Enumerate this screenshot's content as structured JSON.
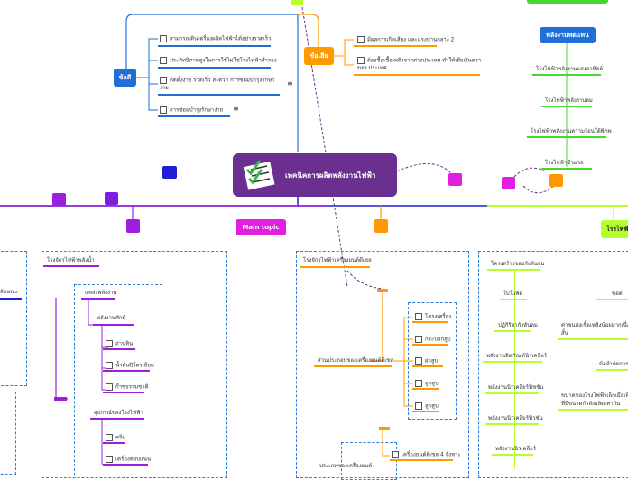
{
  "central": {
    "title": "เทคนิคการผลิตพลังงานไฟฟ้า"
  },
  "advantages": {
    "label": "ข้อดี",
    "items": [
      "สามารถเดินเครื่องผลิตไฟฟ้าได้อย่างรวดเร็ว",
      "ประสิทธิภาพสูงในการใช้ไม่ใช่โรงไฟฟ้าสำรอง",
      "ติดตั้งง่าย รวดเร็ว สะดวก  การซ่อมบำรุงรักษา ง่าย",
      "การซ่อมบำรุงรักษาง่าย"
    ]
  },
  "disadvantages": {
    "label": "ข้อเสีย",
    "items": [
      "มีผลการเกิดเสียง และแรงปานกลาง 2",
      "ต้องซื้อเชื้อเพลิงจากต่างประเทศ ทำให้เสียเงินตราของ ประเทศ"
    ]
  },
  "alternative": {
    "label": "พลังงานทดแทน",
    "items": [
      "โรงไฟฟ้าพลังงานแสงอาทิตย์",
      "โรงไฟฟ้าพลังงานลม",
      "โรงไฟฟ้าพลังงานความร้อนใต้พิภพ",
      "โรงไฟฟ้าชีวมวล"
    ]
  },
  "main_topic": {
    "label": "Main topic"
  },
  "hydro": {
    "title": "โรงจักรไฟฟ้าพลังน้ำ",
    "sub1": "แหล่งพลังงาน",
    "sub2": "พลังงานศักย์",
    "sub2_items": [
      "ถ่านหิน",
      "น้ำมันปิโตรเลียม",
      "ก๊าซธรรมชาติ"
    ],
    "sub3": "อุปกรณ์ของโรงไฟฟ้า",
    "sub3_items": [
      "ครีบ",
      "เครื่องควบแน่น"
    ]
  },
  "left_edge": {
    "label": "ลักษณะ"
  },
  "diesel": {
    "title": "โรงจักรไฟฟ้าเครื่องยนต์ดีเซล",
    "sub1": "ส่วนประกอบของเครื่องยนต์ดีเซล",
    "sub1_items": [
      "โครงเครื่อง",
      "กระบอกสูบ",
      "ฝาสูบ",
      "ลูกสูบ",
      "ลูกสูบ"
    ],
    "sub2": "ประเภทของเครื่องยนต์",
    "sub2_items": [
      "เครื่องยนต์ดีเซล 4 จังหวะ"
    ]
  },
  "right_branch": {
    "title": "โรงไฟฟ้",
    "items": [
      "โครงสร้างของกังหันลม",
      "ใบใบพัด",
      "ปฏิกิริยากังหันลม",
      "พลังงานลิตภัณฑ์นิวเคลียร์",
      "พลังงานนิวเคลียร์ฟิชชัน",
      "พลังงานนิวเคลียร์ฟิวชัน",
      "พลังงานนิวเคลียร์"
    ],
    "adv": "ข้อดี",
    "adv_text1": "ค่าขนส่งเชื้อเพลิงน้อยมากเนื่องจาก",
    "adv_text2": "สั้น",
    "disadv": "ข้อจำกัดการผ",
    "disadv_text1": "ขนาดของโรงไฟฟ้าเล็กเมื่อเทีย",
    "disadv_text2": "ที่มีขนาดกำลังผลิตเท่ากัน"
  },
  "colors": {
    "central": "#6b2f8f",
    "blue": "#1f6fd6",
    "orange": "#ff9900",
    "purple": "#9b1fe0",
    "magenta": "#e01fe0",
    "lime": "#b6ff2f",
    "green": "#43d92f"
  }
}
